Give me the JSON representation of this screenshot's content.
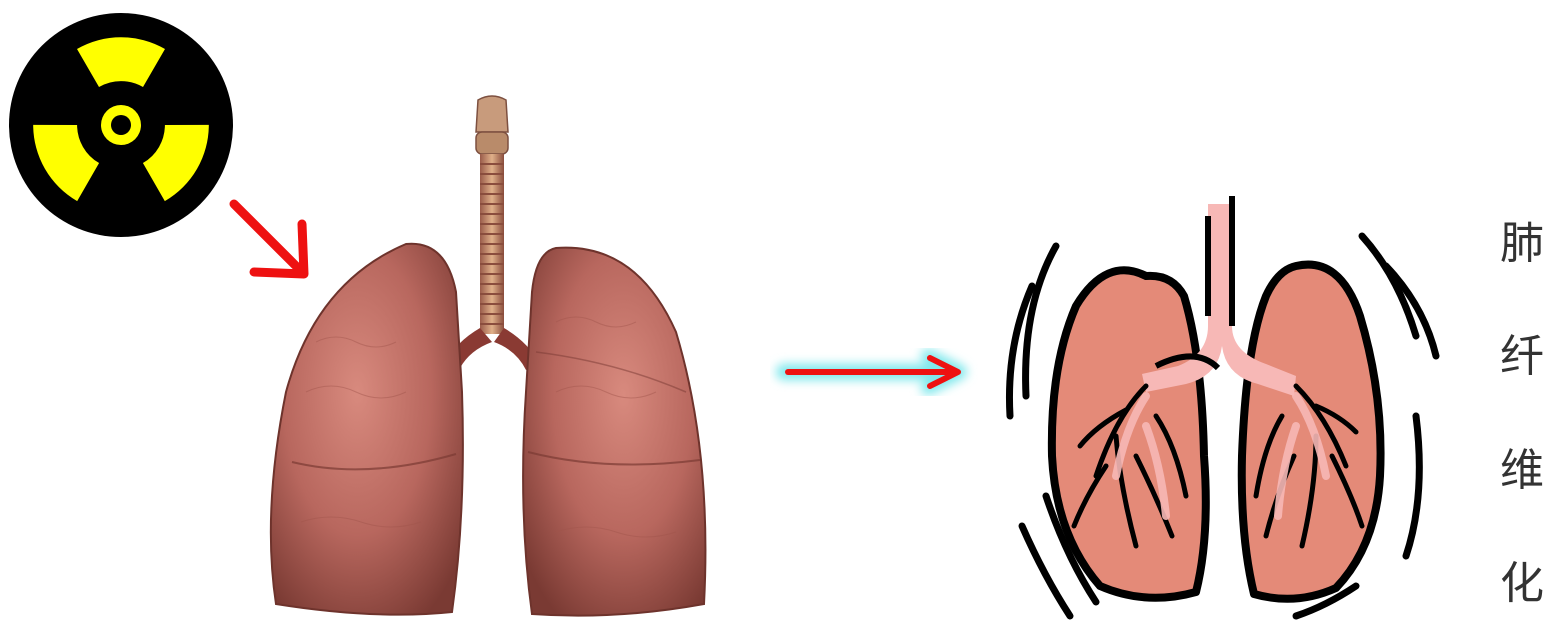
{
  "caption": {
    "chars": [
      "肺",
      "纤",
      "维",
      "化"
    ]
  },
  "icons": {
    "radiation": "radiation-hazard-icon",
    "diagonal_arrow": "red-diagonal-arrow-icon",
    "horizontal_arrow": "red-right-arrow-icon",
    "lungs_realistic": "realistic-lungs-illustration",
    "lungs_fibrosis": "fibrosis-lungs-cartoon"
  },
  "colors": {
    "radiation_yellow": "#ffff00",
    "radiation_black": "#000000",
    "arrow_red": "#ee1111",
    "arrow_glow": "#7fe8ec",
    "lung_tissue": "#b8675e",
    "cartoon_lung_fill": "#e48a78",
    "cartoon_airway": "#f7b8b6"
  }
}
